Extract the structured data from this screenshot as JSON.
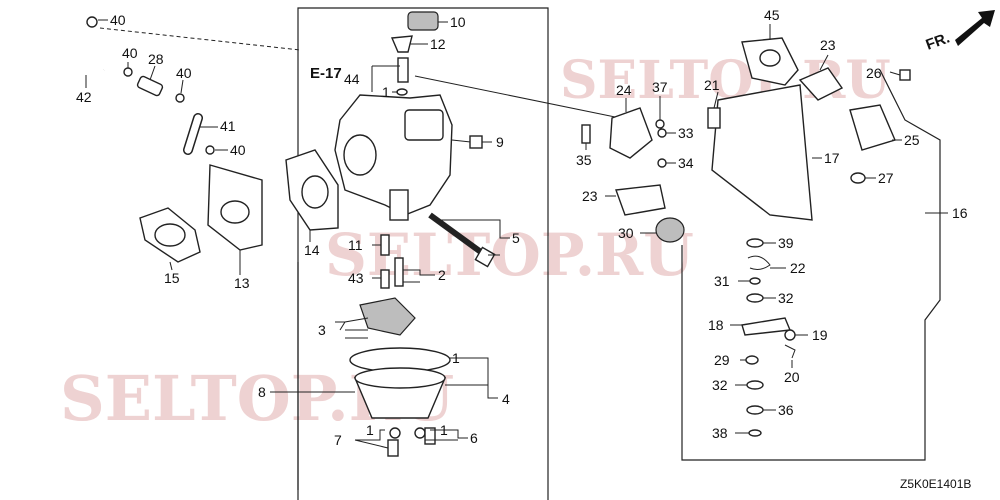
{
  "watermarks": [
    "SELTOP.RU",
    "SELTOP.RU",
    "SELTOP.RU"
  ],
  "diagram_code": "Z5K0E1401B",
  "reference_label": "E-17",
  "direction_label": "FR.",
  "callouts": {
    "c40a": "40",
    "c40b": "40",
    "c40c": "40",
    "c40d": "40",
    "c42": "42",
    "c28": "28",
    "c41": "41",
    "c15": "15",
    "c13": "13",
    "c14": "14",
    "c10": "10",
    "c12": "12",
    "c44": "44",
    "c1a": "1",
    "c9": "9",
    "c5": "5",
    "c11": "11",
    "c43": "43",
    "c2": "2",
    "c3": "3",
    "c1b": "1",
    "c8": "8",
    "c4": "4",
    "c7": "7",
    "c1c": "1",
    "c1d": "1",
    "c6": "6",
    "c45": "45",
    "c23a": "23",
    "c26": "26",
    "c21": "21",
    "c24": "24",
    "c37": "37",
    "c33": "33",
    "c35": "35",
    "c34": "34",
    "c25": "25",
    "c17": "17",
    "c27": "27",
    "c23b": "23",
    "c30": "30",
    "c16": "16",
    "c39": "39",
    "c22": "22",
    "c31": "31",
    "c32a": "32",
    "c18": "18",
    "c19": "19",
    "c29": "29",
    "c20": "20",
    "c32b": "32",
    "c36": "36",
    "c38": "38"
  }
}
